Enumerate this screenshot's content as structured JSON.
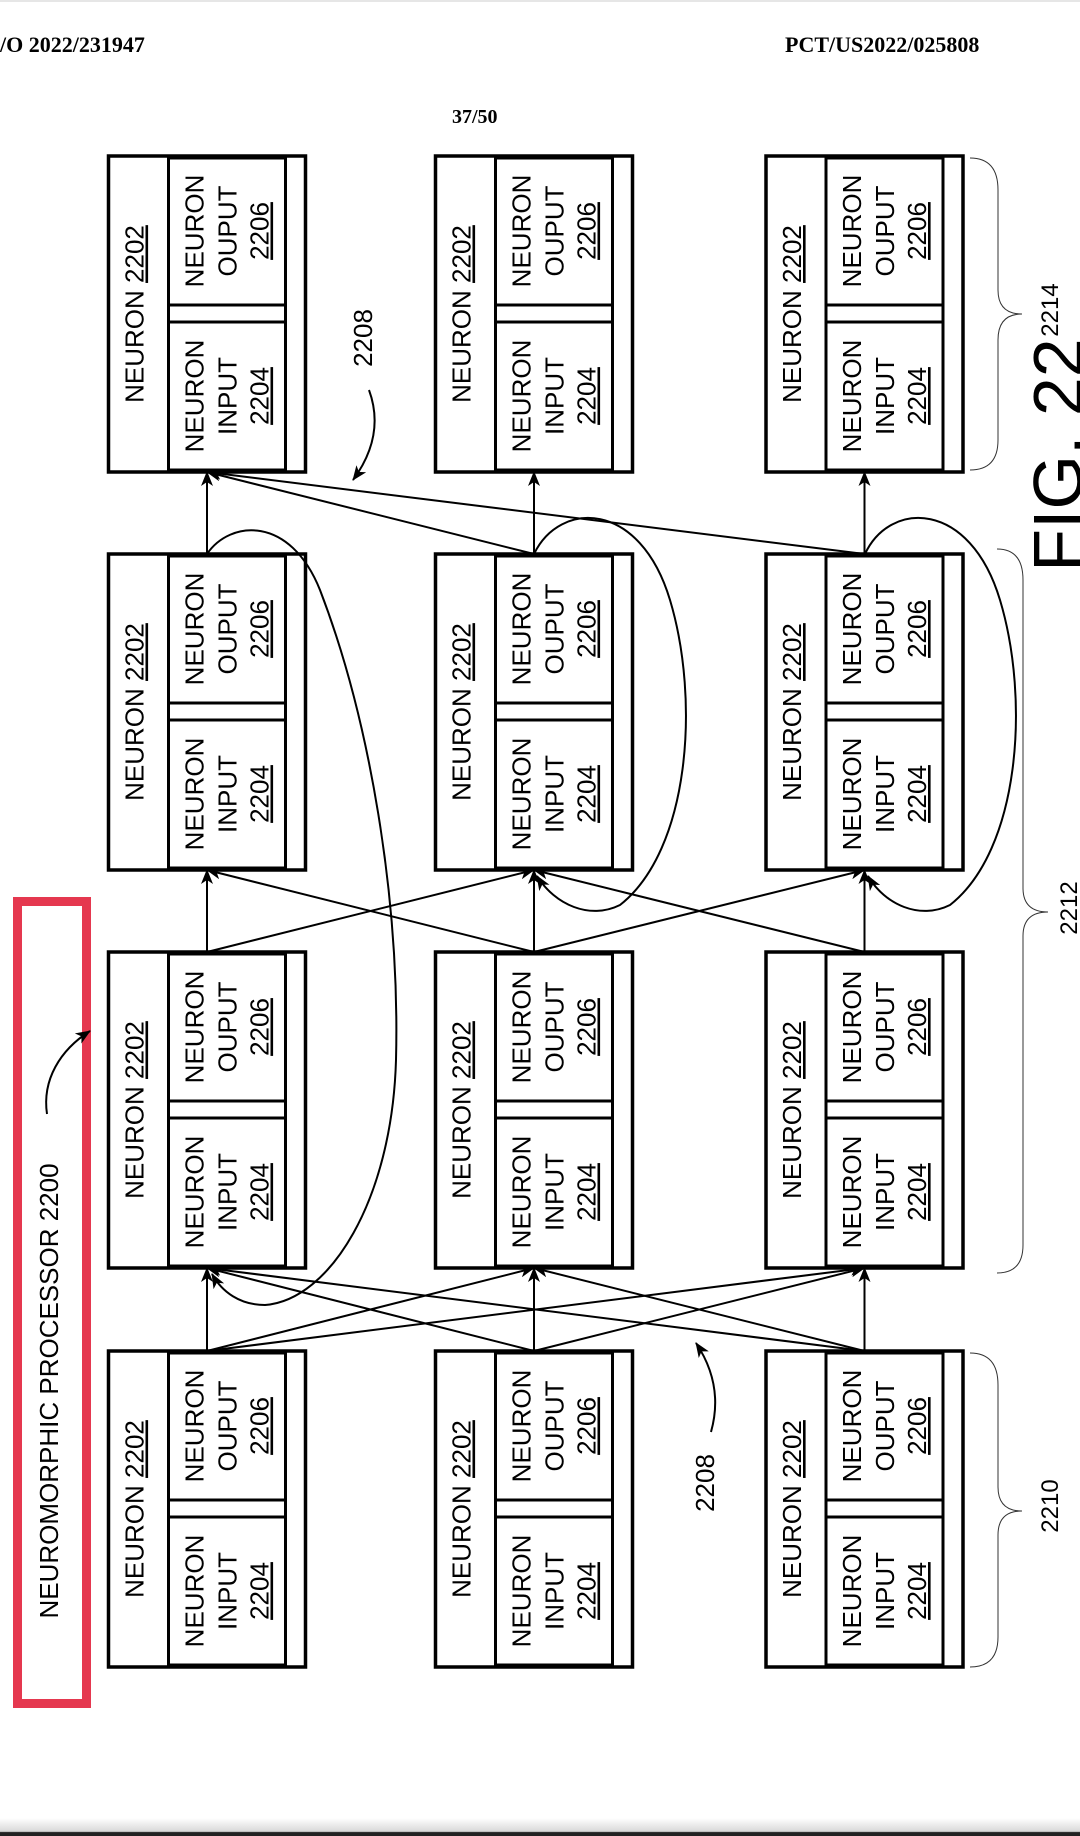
{
  "header": {
    "left_id": "/O 2022/231947",
    "right_id": "PCT/US2022/025808",
    "page": "37/50"
  },
  "processor_label": "NEUROMORPHIC PROCESSOR 2200",
  "neuron": {
    "name": "NEURON",
    "ref": "2202",
    "input": {
      "line1": "NEURON",
      "line2": "INPUT",
      "ref": "2204"
    },
    "output": {
      "line1": "NEURON",
      "line2": "OUPUT",
      "ref": "2206"
    }
  },
  "layers": {
    "output_layer": "2214",
    "hidden_layers": "2212",
    "input_layer": "2210"
  },
  "connection_labels": [
    "2208",
    "2208"
  ],
  "figure": "FIG. 22",
  "colors": {
    "highlight": "#e5384f",
    "ink": "#000000"
  }
}
